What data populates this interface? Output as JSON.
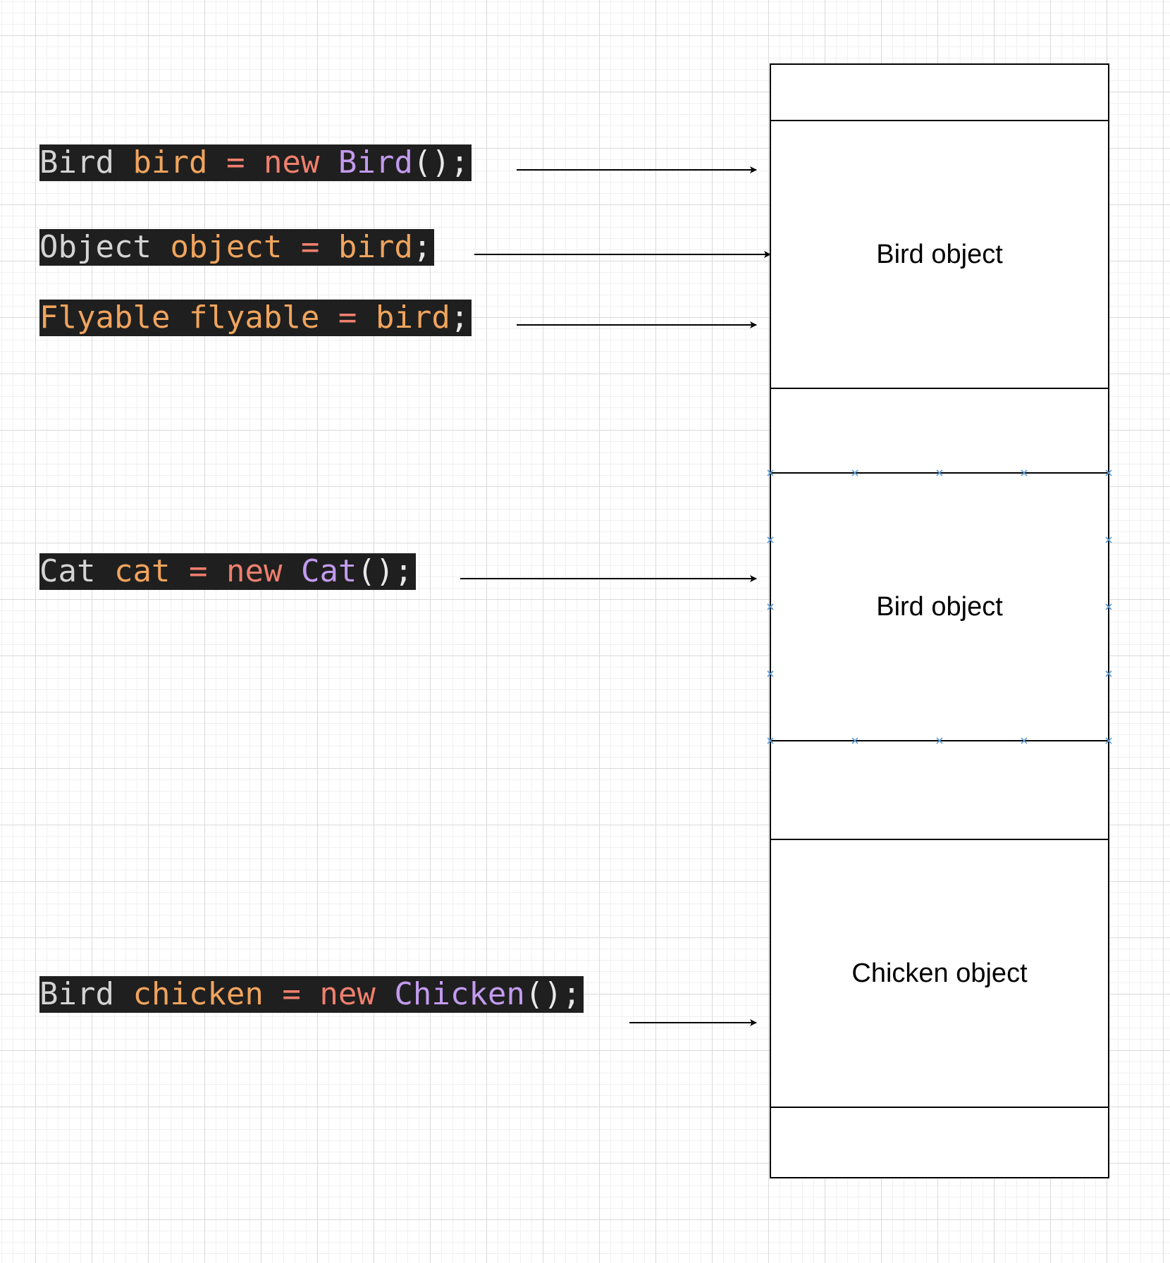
{
  "code_lines": {
    "bird": [
      {
        "t": "Bird",
        "k": "type"
      },
      {
        "t": " ",
        "k": "punc"
      },
      {
        "t": "bird",
        "k": "var"
      },
      {
        "t": " ",
        "k": "punc"
      },
      {
        "t": "=",
        "k": "op"
      },
      {
        "t": " ",
        "k": "punc"
      },
      {
        "t": "new",
        "k": "kw"
      },
      {
        "t": " ",
        "k": "punc"
      },
      {
        "t": "Bird",
        "k": "cls"
      },
      {
        "t": "();",
        "k": "punc"
      }
    ],
    "object": [
      {
        "t": "Object",
        "k": "type"
      },
      {
        "t": " ",
        "k": "punc"
      },
      {
        "t": "object",
        "k": "var"
      },
      {
        "t": " ",
        "k": "punc"
      },
      {
        "t": "=",
        "k": "op"
      },
      {
        "t": " ",
        "k": "punc"
      },
      {
        "t": "bird",
        "k": "var"
      },
      {
        "t": ";",
        "k": "punc"
      }
    ],
    "flyable": [
      {
        "t": "Flyable",
        "k": "var"
      },
      {
        "t": " ",
        "k": "punc"
      },
      {
        "t": "flyable",
        "k": "var"
      },
      {
        "t": " ",
        "k": "punc"
      },
      {
        "t": "=",
        "k": "op"
      },
      {
        "t": " ",
        "k": "punc"
      },
      {
        "t": "bird",
        "k": "var"
      },
      {
        "t": ";",
        "k": "punc"
      }
    ],
    "cat": [
      {
        "t": "Cat",
        "k": "type"
      },
      {
        "t": " ",
        "k": "punc"
      },
      {
        "t": "cat",
        "k": "var"
      },
      {
        "t": " ",
        "k": "punc"
      },
      {
        "t": "=",
        "k": "op"
      },
      {
        "t": " ",
        "k": "punc"
      },
      {
        "t": "new",
        "k": "kw"
      },
      {
        "t": " ",
        "k": "punc"
      },
      {
        "t": "Cat",
        "k": "cls"
      },
      {
        "t": "();",
        "k": "punc"
      }
    ],
    "chicken": [
      {
        "t": "Bird",
        "k": "type"
      },
      {
        "t": " ",
        "k": "punc"
      },
      {
        "t": "chicken",
        "k": "var"
      },
      {
        "t": " ",
        "k": "punc"
      },
      {
        "t": "=",
        "k": "op"
      },
      {
        "t": " ",
        "k": "punc"
      },
      {
        "t": "new",
        "k": "kw"
      },
      {
        "t": " ",
        "k": "punc"
      },
      {
        "t": "Chicken",
        "k": "cls"
      },
      {
        "t": "();",
        "k": "punc"
      }
    ]
  },
  "memory": {
    "cell_bird_1": "Bird object",
    "cell_bird_2": "Bird object",
    "cell_chicken": "Chicken object"
  },
  "colors": {
    "code_bg": "#1f1f1f",
    "token_type": "#d4d4d4",
    "token_var": "#f0a45d",
    "token_keyword": "#ef7f6e",
    "token_class": "#c39bef",
    "selection_marker": "#4a90d9"
  }
}
